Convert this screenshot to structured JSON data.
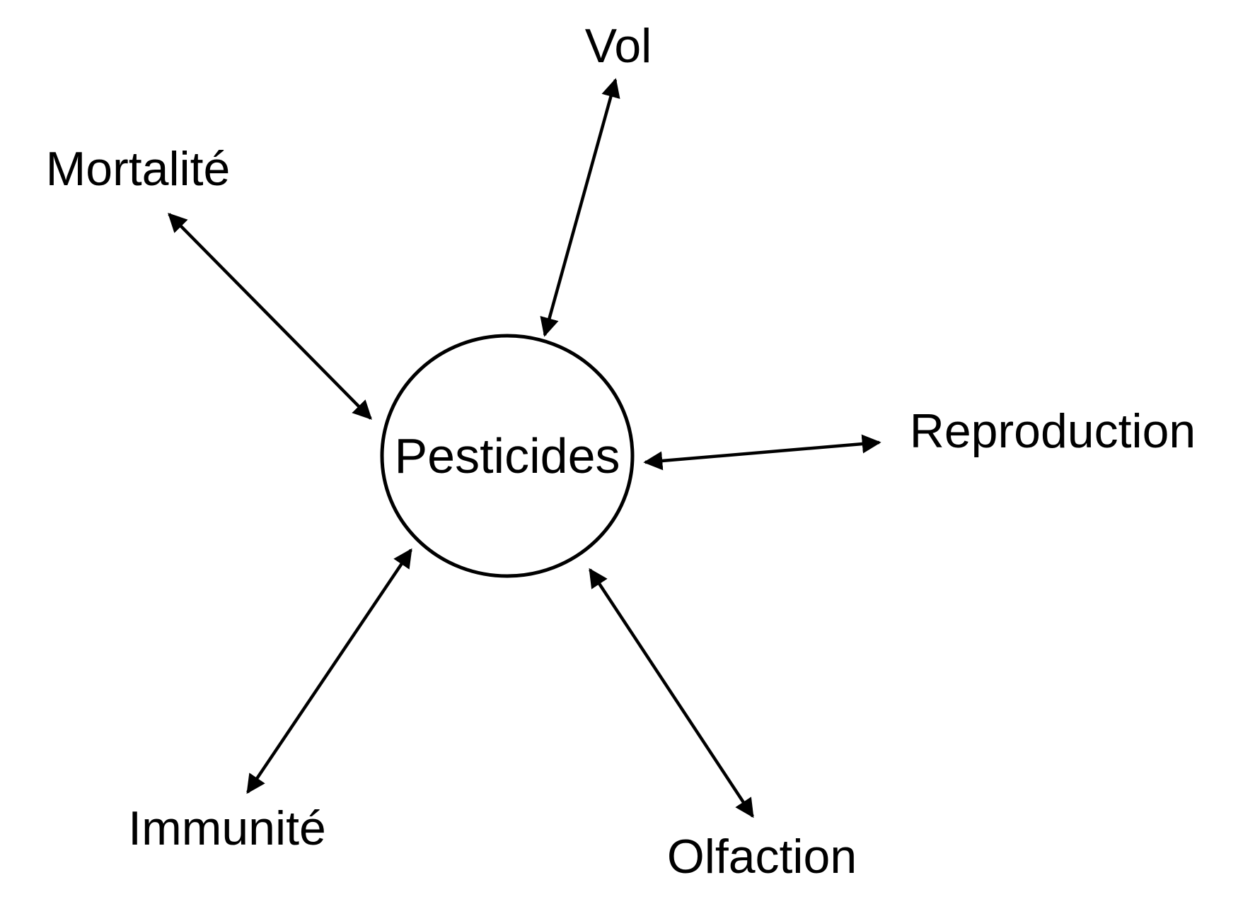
{
  "center": {
    "label": "Pesticides"
  },
  "nodes": [
    {
      "id": "vol",
      "label": "Vol"
    },
    {
      "id": "mortalite",
      "label": "Mortalité"
    },
    {
      "id": "reproduction",
      "label": "Reproduction"
    },
    {
      "id": "immunite",
      "label": "Immunité"
    },
    {
      "id": "olfaction",
      "label": "Olfaction"
    }
  ],
  "connections": [
    {
      "from": "center",
      "to": "vol",
      "direction": "bidirectional"
    },
    {
      "from": "center",
      "to": "mortalite",
      "direction": "bidirectional"
    },
    {
      "from": "center",
      "to": "reproduction",
      "direction": "bidirectional"
    },
    {
      "from": "center",
      "to": "immunite",
      "direction": "bidirectional"
    },
    {
      "from": "center",
      "to": "olfaction",
      "direction": "bidirectional"
    }
  ],
  "colors": {
    "stroke": "#000000",
    "text": "#000000",
    "background": "#ffffff"
  }
}
